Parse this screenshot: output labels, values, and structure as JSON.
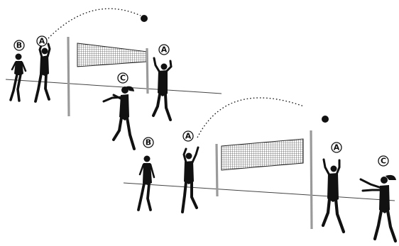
{
  "labels": {
    "top_b": "B",
    "top_a_left": "A",
    "top_a_right": "A",
    "top_c": "C",
    "bottom_b": "B",
    "bottom_a_left": "A",
    "bottom_a_right": "A",
    "bottom_c": "C"
  }
}
